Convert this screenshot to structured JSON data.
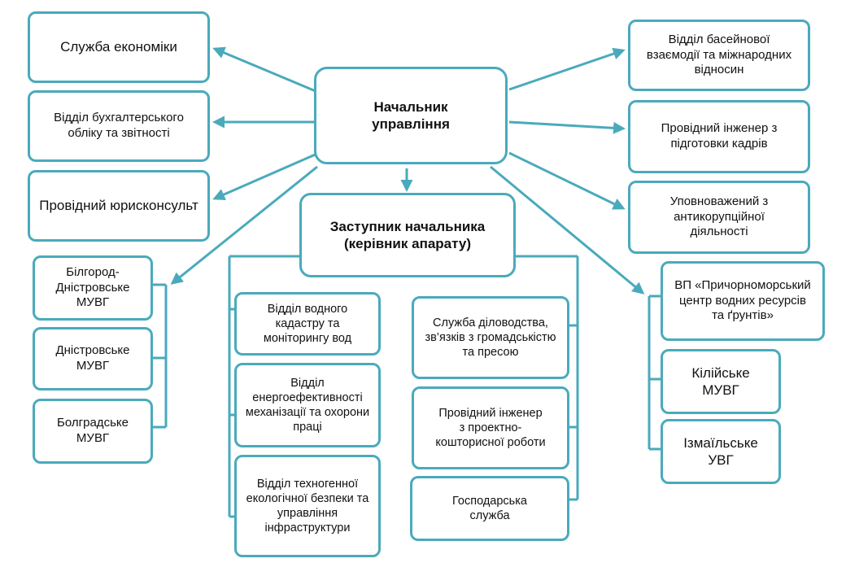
{
  "colors": {
    "accent": "#4aaabb",
    "text": "#111111",
    "background": "#ffffff"
  },
  "nodes": {
    "head": "Начальник управління",
    "deputy": "Заступник начальника (керівник апарату)",
    "economics": "Служба економіки",
    "accounting": "Відділ бухгалтерського обліку та звітності",
    "legal": "Провідний юрисконсульт",
    "basin": "Відділ басейнової взаємодії та міжнародних відносин",
    "hr": "Провідний інженер з підготовки кадрів",
    "anticorruption": "Уповноважений з антикорупційної діяльності",
    "bilgorod": "Білгород-Дністровське МУВГ",
    "dnistrovske": "Дністровське МУВГ",
    "bolgradske": "Болградське МУВГ",
    "cadastre": "Відділ водного кадастру та моніторингу вод",
    "energy": "Відділ енергоефективності механізації та охорони праці",
    "techno": "Відділ техногенної екологічної безпеки та управління інфраструктури",
    "clerical": "Служба діловодства, зв’язків з громадськістю та пресою",
    "design": "Провідний інженер з проектно-кошторисної роботи",
    "household": "Господарська служба",
    "vp": "ВП «Причорноморський центр водних ресурсів та ґрунтів»",
    "kiliyske": "Кілійське МУВГ",
    "izmailske": "Ізмаїльське УВГ"
  }
}
